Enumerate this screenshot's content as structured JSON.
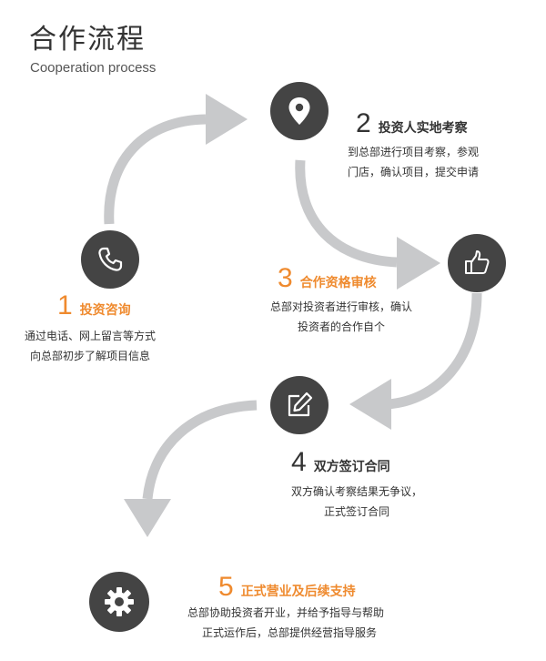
{
  "header": {
    "title": "合作流程",
    "subtitle": "Cooperation process"
  },
  "steps": [
    {
      "number": "1",
      "label": "投资咨询",
      "lines": [
        "通过电话、网上留言等方式",
        "向总部初步了解项目信息"
      ],
      "icon": "phone-icon"
    },
    {
      "number": "2",
      "label": "投资人实地考察",
      "lines": [
        "到总部进行项目考察，参观",
        "门店，确认项目，提交申请"
      ],
      "icon": "location-pin-icon"
    },
    {
      "number": "3",
      "label": "合作资格审核",
      "lines": [
        "总部对投资者进行审核，确认",
        "投资者的合作自个"
      ],
      "icon": "thumbs-up-icon"
    },
    {
      "number": "4",
      "label": "双方签订合同",
      "lines": [
        "双方确认考察结果无争议，",
        "正式签订合同"
      ],
      "icon": "edit-icon"
    },
    {
      "number": "5",
      "label": "正式营业及后续支持",
      "lines": [
        "总部协助投资者开业，并给予指导与帮助",
        "正式运作后，总部提供经营指导服务"
      ],
      "icon": "gear-icon"
    }
  ],
  "colors": {
    "accent": "#ef8a2e",
    "circle": "#444444",
    "arrow": "#c8c9cb"
  }
}
